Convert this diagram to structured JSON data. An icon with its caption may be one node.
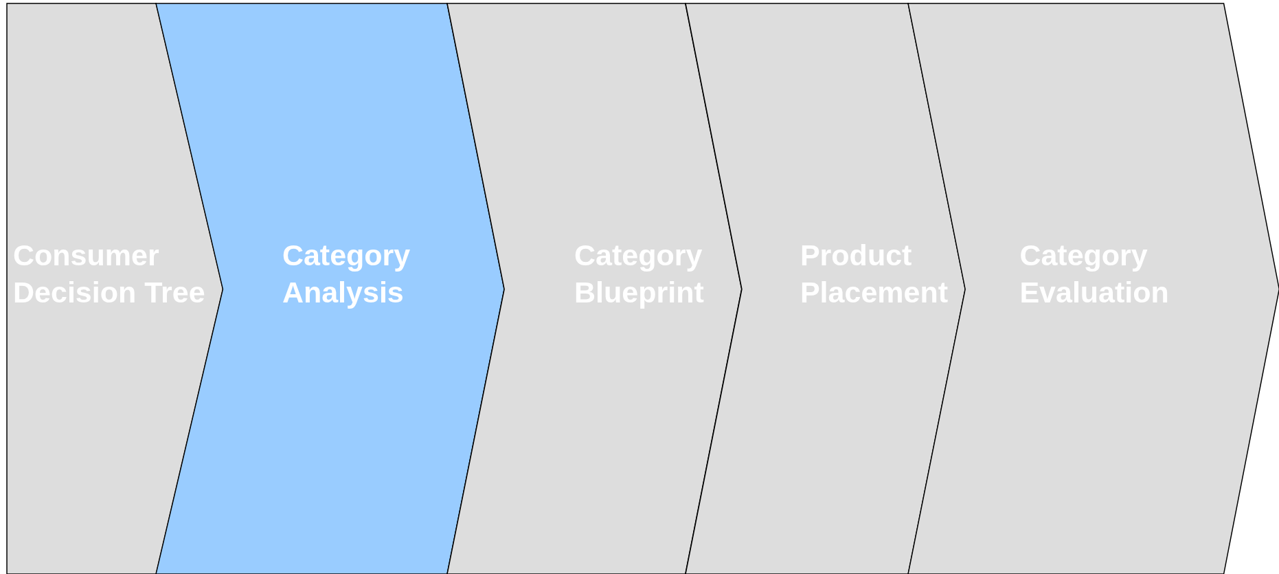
{
  "diagram": {
    "nodes": [
      {
        "text": [
          "Consumer Decision Tree"
        ]
      },
      {
        "text": [
          "Category Analysis"
        ]
      },
      {
        "text": [
          "Category Blueprint"
        ]
      },
      {
        "text": [
          "Product Placement"
        ]
      },
      {
        "text": [
          "Category Evaluation"
        ]
      }
    ]
  }
}
